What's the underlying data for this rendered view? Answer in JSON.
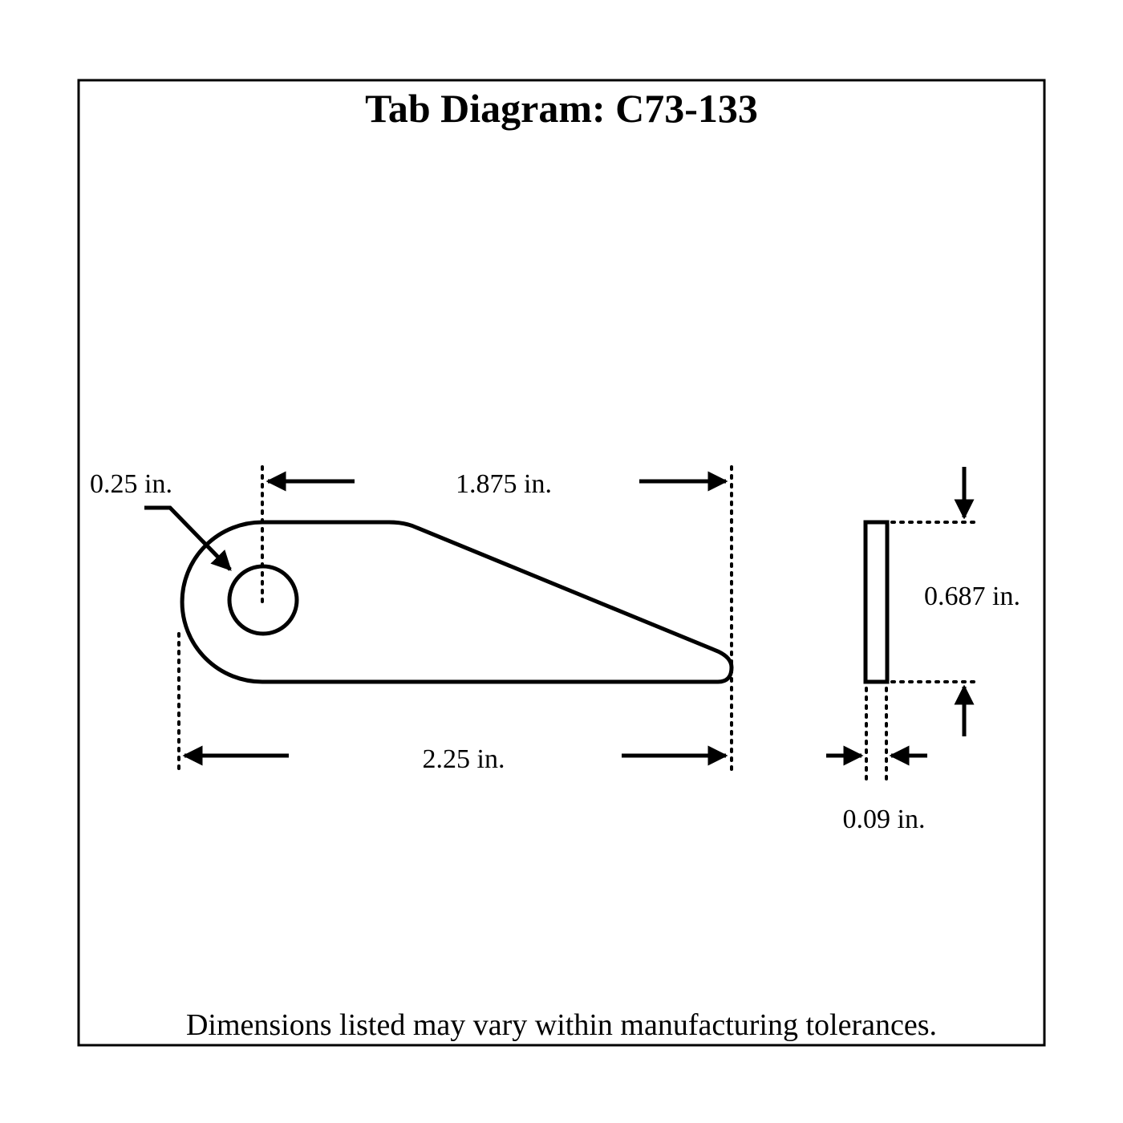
{
  "title": "Tab Diagram: C73-133",
  "dimensions": {
    "hole_diameter": "0.25 in.",
    "hole_to_end": "1.875 in.",
    "overall_length": "2.25 in.",
    "height": "0.687 in.",
    "thickness": "0.09 in."
  },
  "footer": "Dimensions listed may vary within manufacturing tolerances."
}
